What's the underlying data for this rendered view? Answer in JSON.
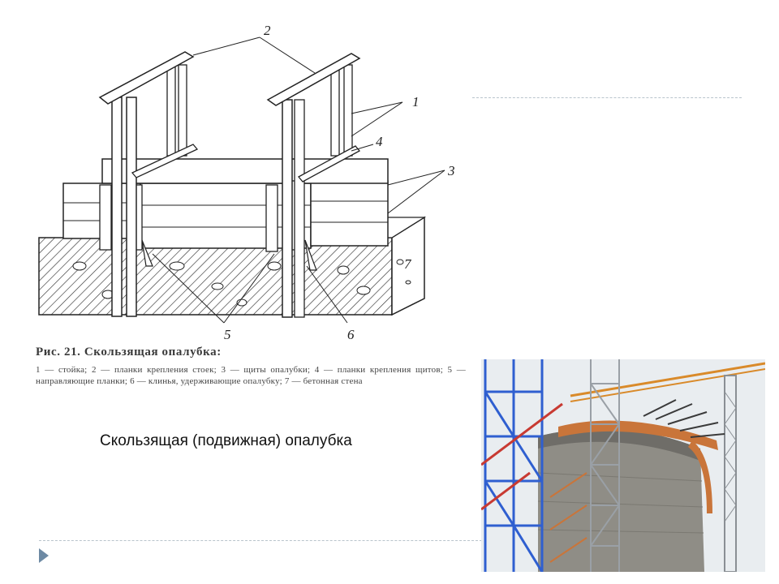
{
  "slide": {
    "caption": "Скользящая (подвижная) опалубка"
  },
  "figure": {
    "title": "Рис. 21. Скользящая опалубка:",
    "legend": "1 — стойка; 2 — планки крепления стоек; 3 — щиты опалубки; 4 — планки крепления щитов; 5 — направляющие планки; 6 — клинья, удерживающие опалубку; 7 — бетонная стена",
    "callouts": [
      "1",
      "2",
      "3",
      "4",
      "5",
      "6",
      "7"
    ]
  },
  "photo": {
    "subject": "slipform-construction-photo"
  },
  "colors": {
    "bullet": "#6d8aa4",
    "divider": "#b9c4cc",
    "concrete": "#8f8d86",
    "scaffold_blue": "#2f5fd0",
    "formwork_orange": "#c9753a"
  }
}
